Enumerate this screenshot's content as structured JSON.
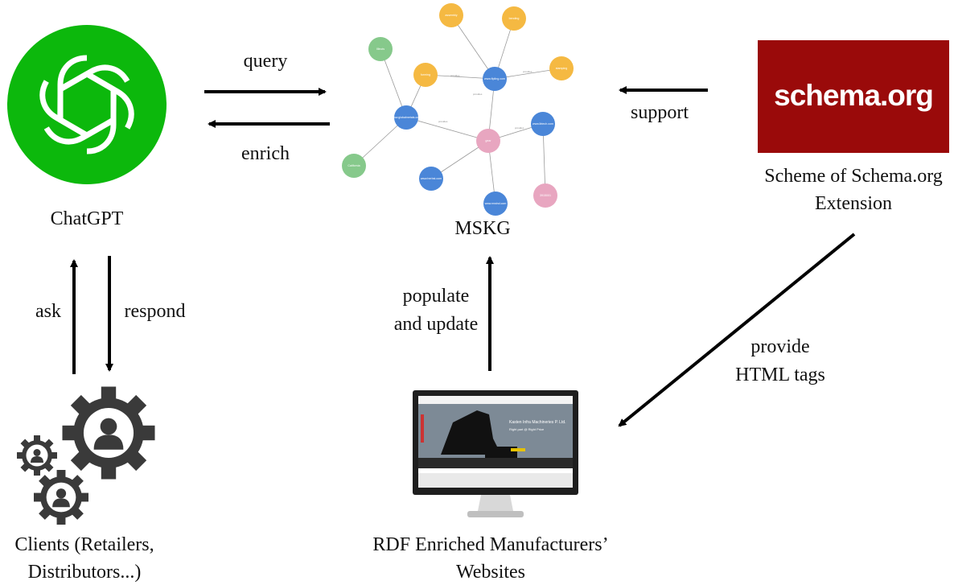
{
  "labels": {
    "chatgpt": "ChatGPT",
    "mskg": "MSKG",
    "query": "query",
    "enrich": "enrich",
    "support": "support",
    "schema_caption_1": "Scheme of Schema.org",
    "schema_caption_2": "Extension",
    "ask": "ask",
    "respond": "respond",
    "populate_1": "populate",
    "populate_2": "and update",
    "provide_1": "provide",
    "provide_2": "HTML tags",
    "clients_1": "Clients (Retailers,",
    "clients_2": "Distributors...)",
    "rdf_1": "RDF Enriched Manufacturers’",
    "rdf_2": "Websites"
  },
  "schema_logo": {
    "text": "schema.org",
    "bg": "#9a0a0a"
  },
  "colors": {
    "chatgpt_green": "#0cb80c",
    "node_blue": "#4a86d8",
    "node_orange": "#f5b942",
    "node_green": "#86c98b",
    "node_pink": "#e8a6c0",
    "arrow": "#000000"
  },
  "graph": {
    "nodes": [
      {
        "id": "center",
        "label": "gear",
        "color": "pink"
      },
      {
        "id": "b1",
        "label": "www.ftpling.com",
        "color": "blue"
      },
      {
        "id": "b2",
        "label": "www.globalmetals.com",
        "color": "blue"
      },
      {
        "id": "b3",
        "label": "www.lbtech.com",
        "color": "blue"
      },
      {
        "id": "b4",
        "label": "www.herbst.com",
        "color": "blue"
      },
      {
        "id": "b5",
        "label": "www.mwind.com",
        "color": "blue"
      },
      {
        "id": "o1",
        "label": "assembly",
        "color": "orange"
      },
      {
        "id": "o2",
        "label": "bending",
        "color": "orange"
      },
      {
        "id": "o3",
        "label": "forming",
        "color": "orange"
      },
      {
        "id": "o4",
        "label": "stamping",
        "color": "orange"
      },
      {
        "id": "g1",
        "label": "Illinois",
        "color": "green"
      },
      {
        "id": "g2",
        "label": "California",
        "color": "green"
      },
      {
        "id": "p2",
        "label": "3915001",
        "color": "pink"
      }
    ],
    "edge_label": "provides"
  },
  "icons": [
    "chatgpt-logo-icon",
    "gear-cluster-icon",
    "person-icon",
    "monitor-icon"
  ],
  "website_preview": {
    "heading": "Kasten Infra Machineries P. Ltd.",
    "tagline": "Right part @ Right Price"
  }
}
